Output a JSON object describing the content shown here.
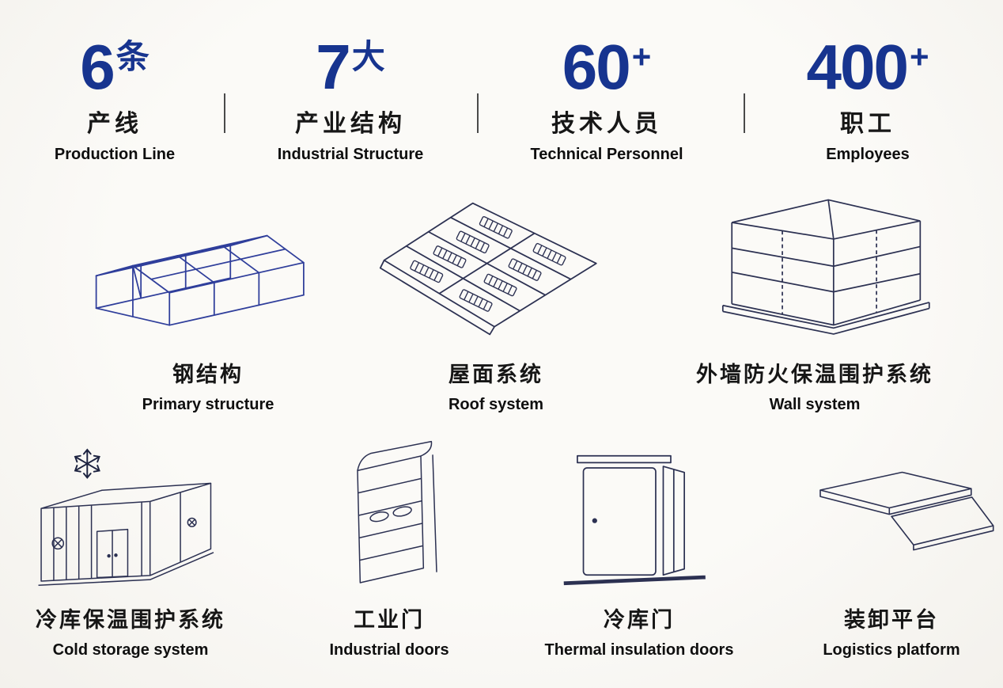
{
  "stats": [
    {
      "number": "6",
      "suffix": "条",
      "label_zh": "产线",
      "label_en": "Production Line"
    },
    {
      "number": "7",
      "suffix": "大",
      "label_zh": "产业结构",
      "label_en": "Industrial Structure"
    },
    {
      "number": "60",
      "suffix": "+",
      "label_zh": "技术人员",
      "label_en": "Technical Personnel"
    },
    {
      "number": "400",
      "suffix": "+",
      "label_zh": "职工",
      "label_en": "Employees"
    }
  ],
  "products": [
    {
      "icon": "steel-structure-icon",
      "label_zh": "钢结构",
      "label_en": "Primary structure"
    },
    {
      "icon": "roof-system-icon",
      "label_zh": "屋面系统",
      "label_en": "Roof system"
    },
    {
      "icon": "wall-system-icon",
      "label_zh": "外墙防火保温围护系统",
      "label_en": "Wall system"
    },
    {
      "icon": "cold-storage-icon",
      "label_zh": "冷库保温围护系统",
      "label_en": "Cold storage system"
    },
    {
      "icon": "industrial-door-icon",
      "label_zh": "工业门",
      "label_en": "Industrial doors"
    },
    {
      "icon": "thermal-door-icon",
      "label_zh": "冷库门",
      "label_en": "Thermal insulation doors"
    },
    {
      "icon": "loading-platform-icon",
      "label_zh": "装卸平台",
      "label_en": "Logistics platform"
    }
  ],
  "colors": {
    "accent_blue": "#17348F",
    "line_dark": "#2C3152",
    "steel_blue": "#2F3E9B",
    "text_dark": "#121212",
    "background": "#FAF9F6"
  }
}
